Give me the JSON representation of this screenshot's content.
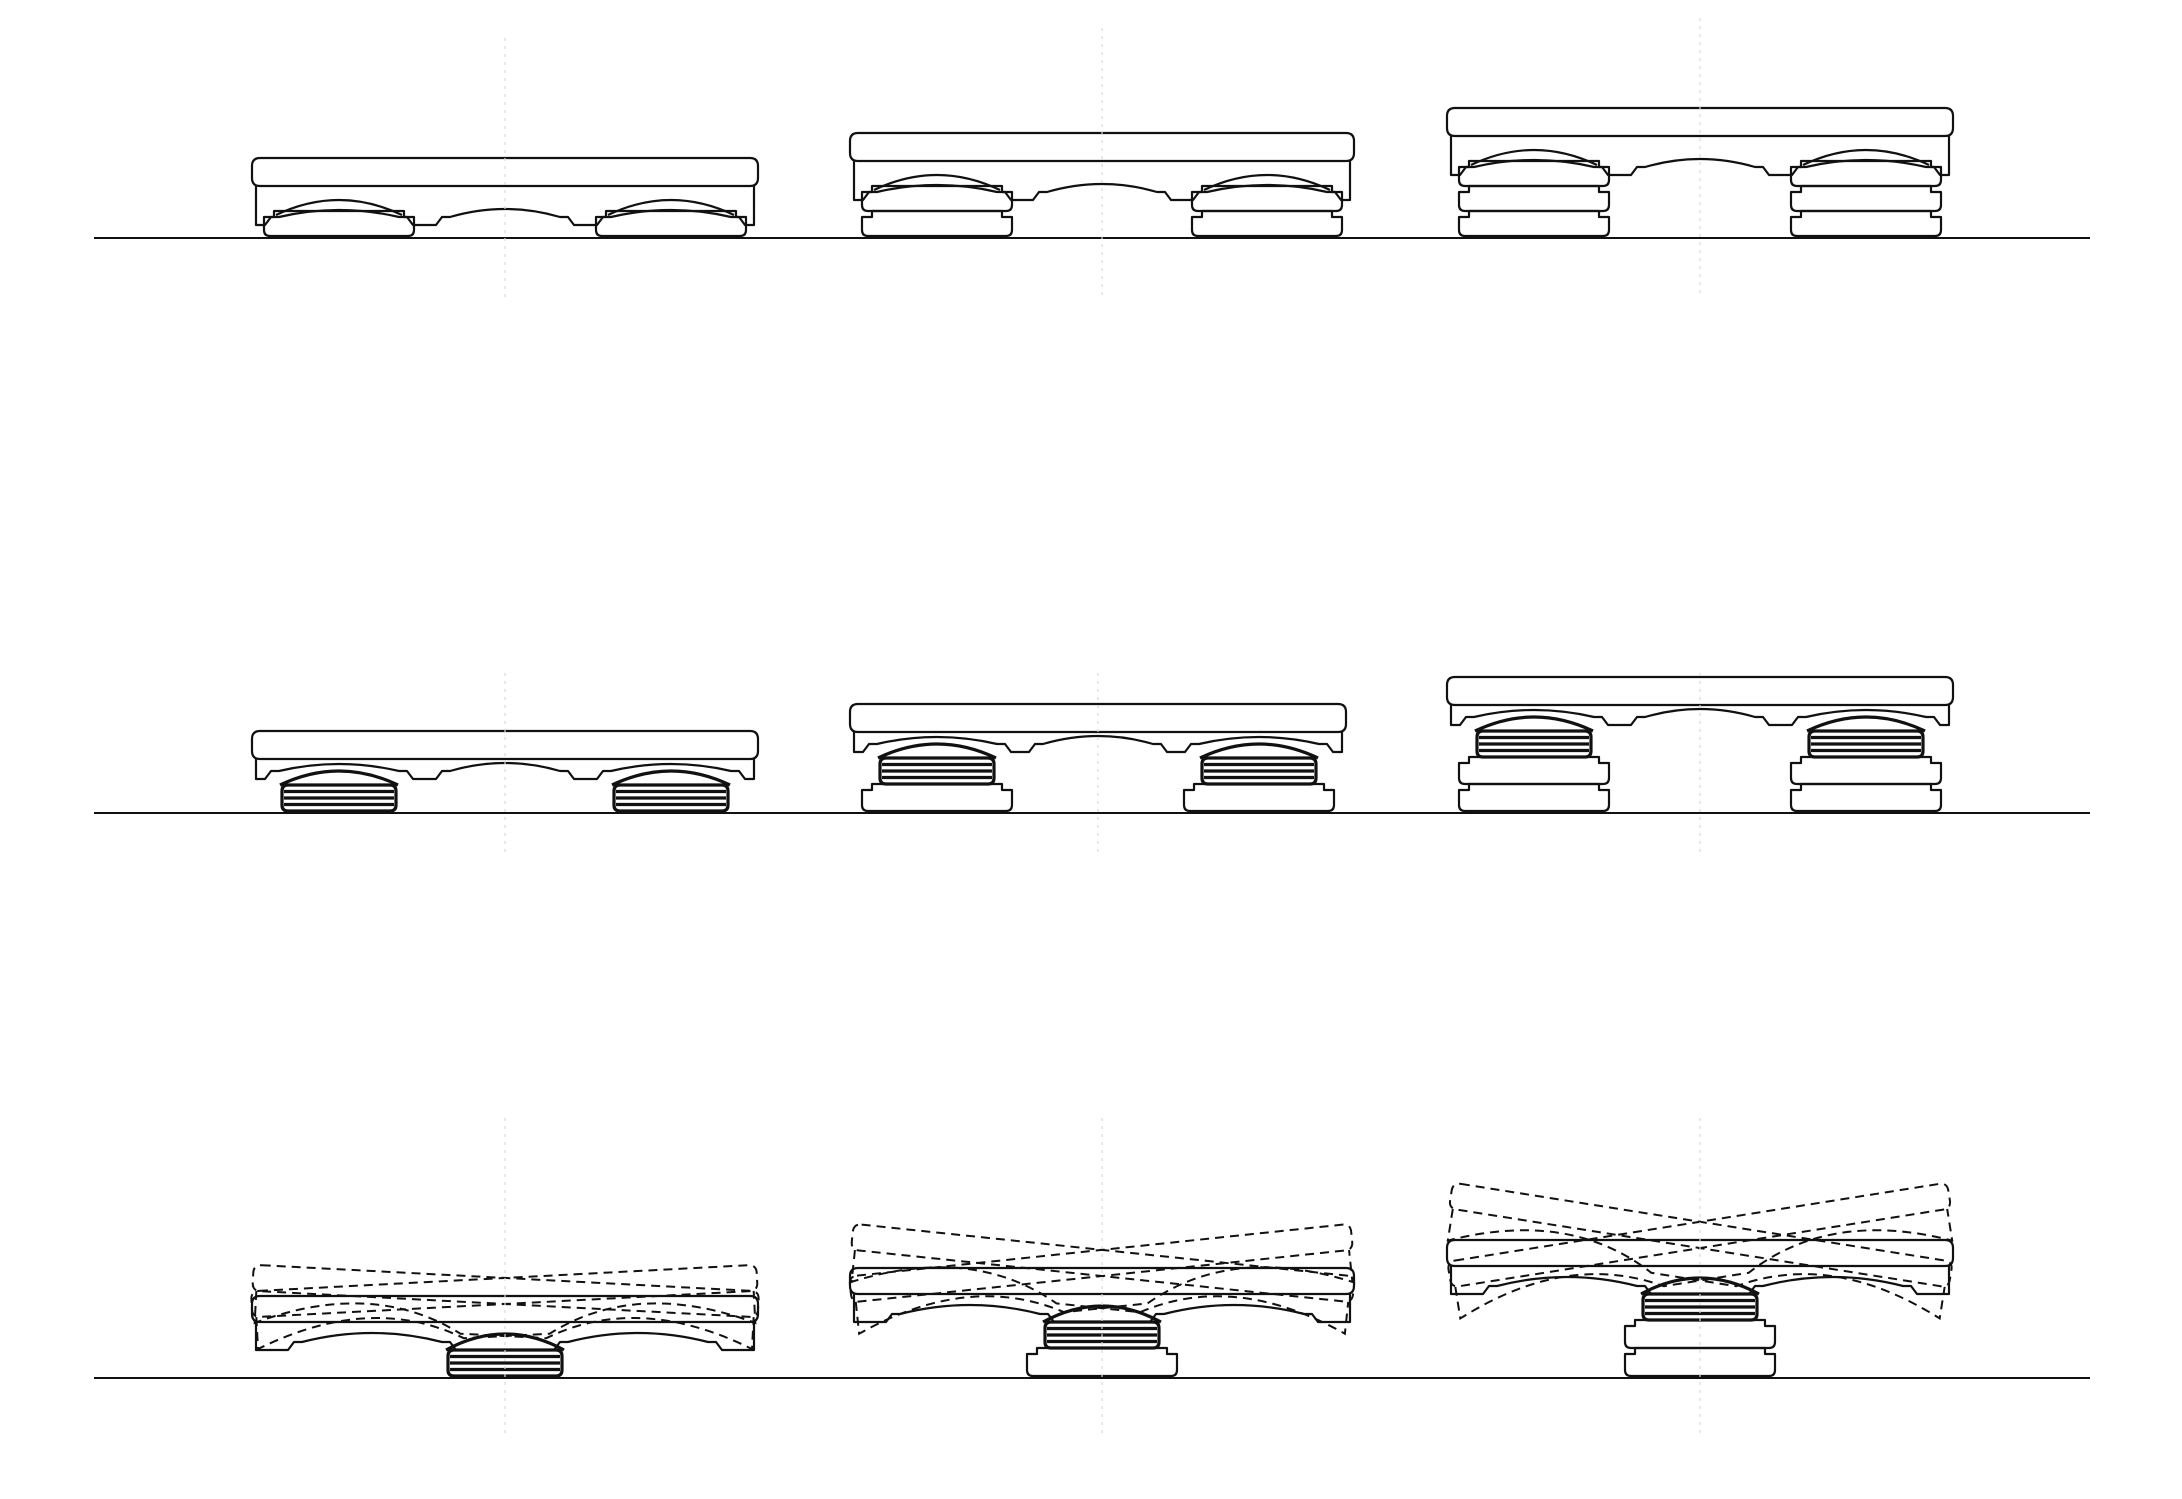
{
  "figure": {
    "description_text": "",
    "rows": [
      {
        "id": "row-1",
        "kind": "stacked-supports",
        "panels": [
          {
            "stack_levels": 1
          },
          {
            "stack_levels": 2
          },
          {
            "stack_levels": 3
          }
        ]
      },
      {
        "id": "row-2",
        "kind": "ribbed-supports",
        "panels": [
          {
            "stack_levels": 1
          },
          {
            "stack_levels": 2
          },
          {
            "stack_levels": 3
          }
        ]
      },
      {
        "id": "row-3",
        "kind": "rocking-center-support",
        "panels": [
          {
            "stack_levels": 1
          },
          {
            "stack_levels": 2
          },
          {
            "stack_levels": 3
          }
        ]
      }
    ],
    "colors": {
      "line": "#111111",
      "background": "#ffffff",
      "guide": "#d9d9d9"
    }
  }
}
